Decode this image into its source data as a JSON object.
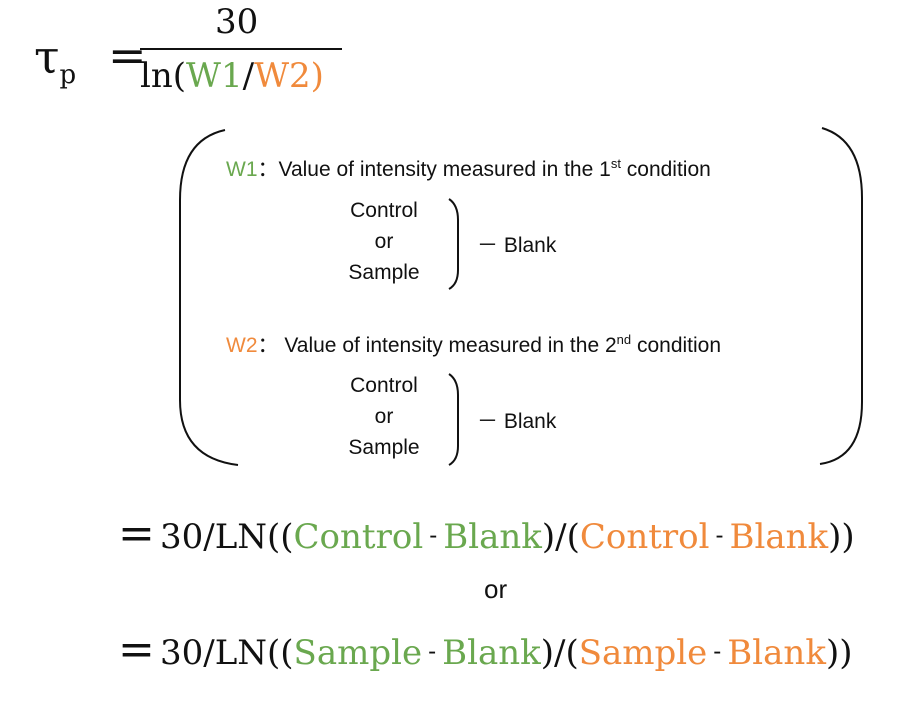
{
  "formula": {
    "lhs": "τ",
    "lhs_sub": "p",
    "equals": "=",
    "numerator": "30",
    "den_prefix": "ln(",
    "w1": "W1",
    "slash": "/",
    "w2": "W2",
    "den_suffix": ")"
  },
  "definitions": {
    "w1_label": "W1",
    "w1_text": "：Value of intensity measured in the 1",
    "w1_sup": "st",
    "w1_tail": " condition",
    "w2_label": "W2",
    "w2_text": "：  Value of intensity measured in the 2",
    "w2_sup": "nd",
    "w2_tail": " condition",
    "opt1": "Control",
    "opt_or": "or",
    "opt2": "Sample",
    "minus_blank": "－ Blank"
  },
  "equations": {
    "equals": "=",
    "prefix": "30/LN((",
    "line1": {
      "term1": "Control",
      "dash1": "-",
      "blank1": "Blank",
      "mid": ")/(",
      "term2": "Control",
      "dash2": "-",
      "blank2": "Blank",
      "suffix": "))"
    },
    "or": "or",
    "line2": {
      "term1": "Sample",
      "dash1": "-",
      "blank1": "Blank",
      "mid": ")/(",
      "term2": "Sample",
      "dash2": "-",
      "blank2": "Blank",
      "suffix": "))"
    }
  },
  "colors": {
    "w1": "#6aa84f",
    "w2": "#f08a3c",
    "text": "#111111"
  }
}
